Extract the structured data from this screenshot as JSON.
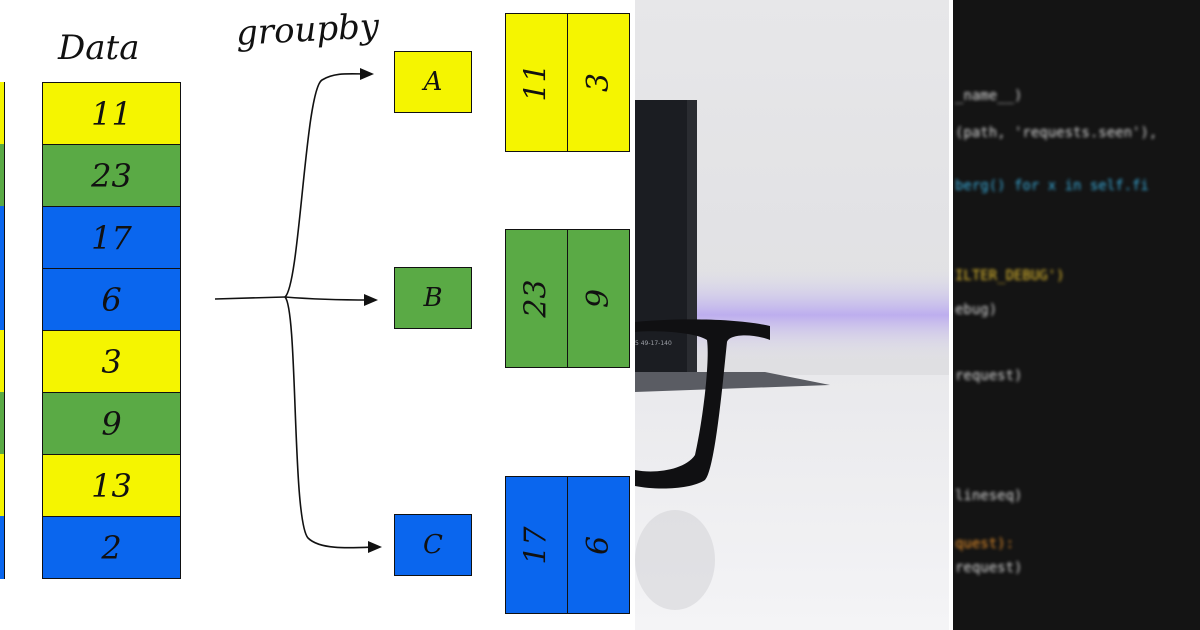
{
  "diagram": {
    "data_title": "Data",
    "groupby_label": "groupby",
    "data_values": [
      "11",
      "23",
      "17",
      "6",
      "3",
      "9",
      "13",
      "2"
    ],
    "data_colors": [
      "yellow",
      "green",
      "blue",
      "blue",
      "yellow",
      "green",
      "yellow",
      "blue"
    ],
    "groups": [
      {
        "key": "A",
        "color": "yellow",
        "values": [
          "11",
          "3"
        ]
      },
      {
        "key": "B",
        "color": "green",
        "values": [
          "23",
          "9"
        ]
      },
      {
        "key": "C",
        "color": "blue",
        "values": [
          "17",
          "6"
        ]
      }
    ]
  },
  "colors": {
    "yellow": "#f5f500",
    "green": "#5aaa45",
    "blue": "#0a66ee"
  },
  "photo": {
    "laptop_label": "5 49-17-140"
  },
  "code": {
    "lines": [
      {
        "text": "_name__)",
        "color": "#d8d8d8"
      },
      {
        "text": "(path, 'requests.seen'),",
        "color": "#d8d8d8"
      },
      {
        "text": "berg() for x in self.fi",
        "color": "#3bb0e0"
      },
      {
        "text": "ILTER_DEBUG')",
        "color": "#e6c030"
      },
      {
        "text": "ebug)",
        "color": "#d8d8d8"
      },
      {
        "text": "request)",
        "color": "#d8d8d8"
      },
      {
        "text": "lineseq)",
        "color": "#d8d8d8"
      },
      {
        "text": "quest):",
        "color": "#e8902a"
      },
      {
        "text": "request)",
        "color": "#d8d8d8"
      }
    ]
  }
}
